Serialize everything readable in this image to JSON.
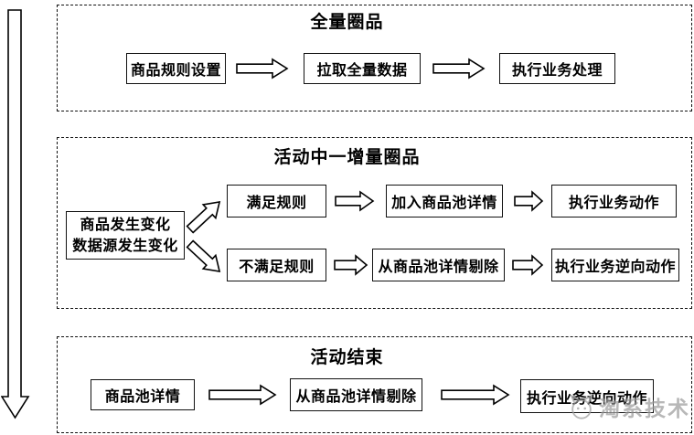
{
  "sections": {
    "full": {
      "title": "全量圈品",
      "step1": "商品规则设置",
      "step2": "拉取全量数据",
      "step3": "执行业务处理"
    },
    "incremental": {
      "title": "活动中一增量圈品",
      "trigger_line1": "商品发生变化",
      "trigger_line2": "数据源发生变化",
      "match_step1": "满足规则",
      "match_step2": "加入商品池详情",
      "match_step3": "执行业务动作",
      "unmatch_step1": "不满足规则",
      "unmatch_step2": "从商品池详情剔除",
      "unmatch_step3": "执行业务逆向动作"
    },
    "end": {
      "title": "活动结束",
      "step1": "商品池详情",
      "step2": "从商品池详情剔除",
      "step3": "执行业务逆向动作"
    }
  },
  "watermark": {
    "text": "淘系技术"
  }
}
